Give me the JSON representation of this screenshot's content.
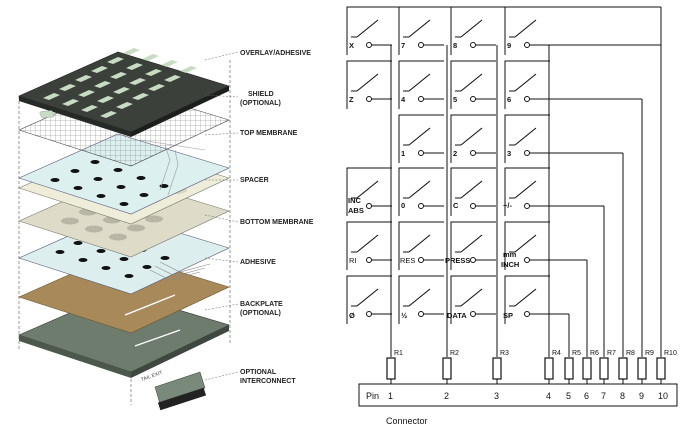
{
  "layers": {
    "overlay": "OVERLAY/ADHESIVE",
    "shield": "SHIELD",
    "shield_opt": "(OPTIONAL)",
    "top_membrane": "TOP MEMBRANE",
    "spacer": "SPACER",
    "bottom_membrane": "BOTTOM MEMBRANE",
    "adhesive": "ADHESIVE",
    "backplate": "BACKPLATE",
    "backplate_opt": "(OPTIONAL)",
    "interconnect": "OPTIONAL",
    "interconnect2": "INTERCONNECT",
    "tail_exit": "TAIL EXIT"
  },
  "keys": {
    "k_x": "X",
    "k_7": "7",
    "k_8": "8",
    "k_9": "9",
    "k_z": "Z",
    "k_4": "4",
    "k_5": "5",
    "k_6": "6",
    "k_1": "1",
    "k_2": "2",
    "k_3": "3",
    "k_inc": "INC",
    "k_abs": "ABS",
    "k_0": "0",
    "k_c": "C",
    "k_pm": "+/-",
    "k_ri": "RI",
    "k_res": "RES",
    "k_press": "PRESS",
    "k_mm": "mm",
    "k_inch": "INCH",
    "k_phi": "Ø",
    "k_half": "½",
    "k_data": "DATA",
    "k_sp": "SP"
  },
  "resistors": [
    "R1",
    "R2",
    "R3",
    "R4",
    "R5",
    "R6",
    "R7",
    "R8",
    "R9",
    "R10"
  ],
  "pins": [
    "1",
    "2",
    "3",
    "4",
    "5",
    "6",
    "7",
    "8",
    "9",
    "10"
  ],
  "pin_label": "Pin",
  "connector_label": "Connector",
  "colors": {
    "overlay": "#3a3f3a",
    "overlay_key": "#c9dcc4",
    "membrane": "#ddeeee",
    "spacer": "#eeeddb",
    "bottom": "#dedbcc",
    "adhesive": "#a8895a",
    "backplate": "#6c7a6c",
    "line": "#111111"
  }
}
